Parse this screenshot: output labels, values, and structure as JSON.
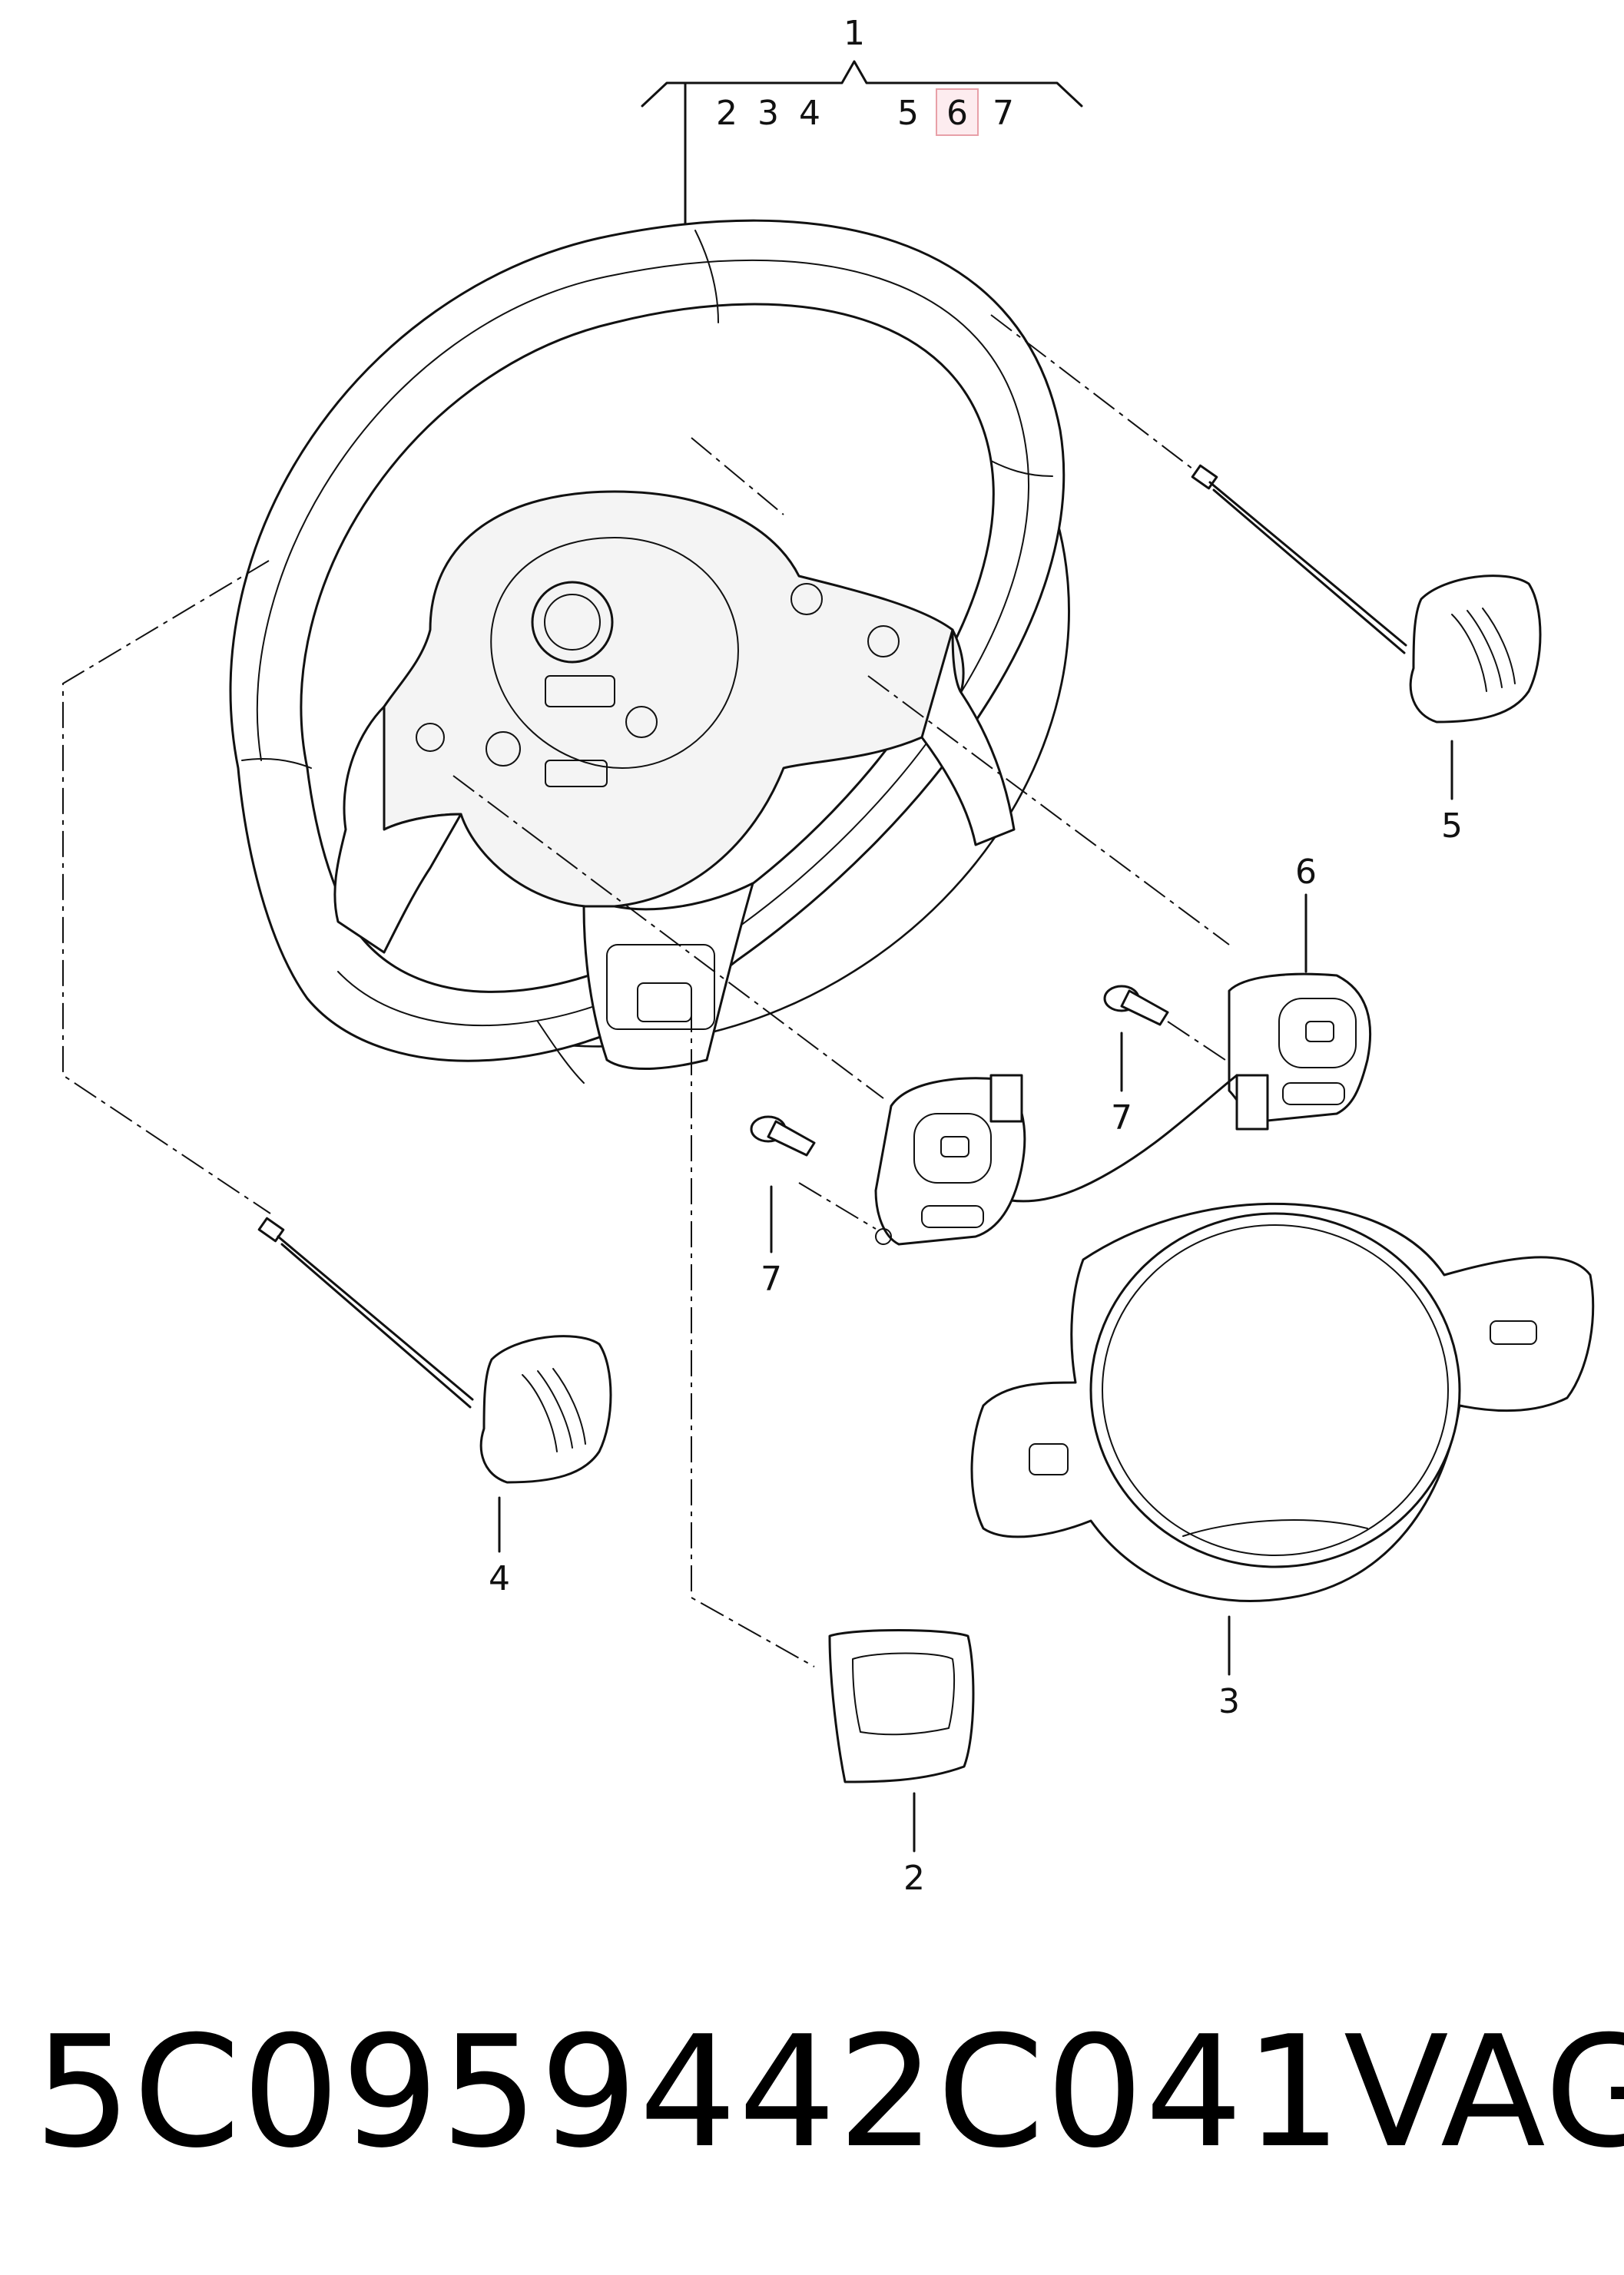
{
  "callouts": {
    "assembly": "1",
    "sub": [
      "2",
      "3",
      "4",
      "5",
      "6",
      "7"
    ],
    "highlight_color": "#e8a0a8",
    "parts": {
      "airbag_cover": "2",
      "trim_cover": "3",
      "paddle_left": "4",
      "paddle_right": "5",
      "switch_right": "6",
      "screw_a": "7",
      "screw_b": "7"
    }
  },
  "footer": {
    "part_number": "5C0959442C041",
    "brand": "VAG"
  }
}
